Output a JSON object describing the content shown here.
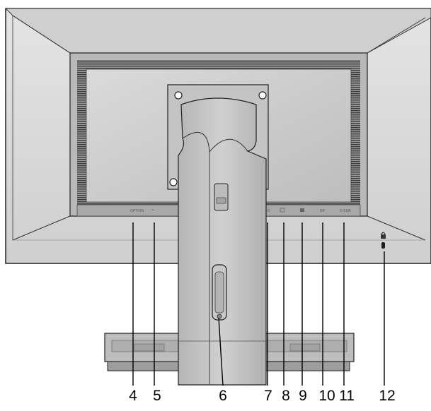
{
  "callouts": [
    {
      "number": "4"
    },
    {
      "number": "5"
    },
    {
      "number": "6"
    },
    {
      "number": "7"
    },
    {
      "number": "8"
    },
    {
      "number": "9"
    },
    {
      "number": "10"
    },
    {
      "number": "11"
    },
    {
      "number": "12"
    }
  ],
  "port_labels": {
    "port_4": "OPTION",
    "port_5": "~",
    "port_7": "DVI-D",
    "port_8": "",
    "port_9": "",
    "port_10": "DP",
    "port_11": "D-SUB"
  },
  "icons": {
    "lock_icon": "padlock",
    "vesa_mount": "vesa-mount-holes",
    "power_socket": "ac-power-inlet"
  },
  "colors": {
    "bezel": "#d7d7d7",
    "panel": "#c9c9c9",
    "stand": "#bcbcbc",
    "outline": "#222222"
  }
}
